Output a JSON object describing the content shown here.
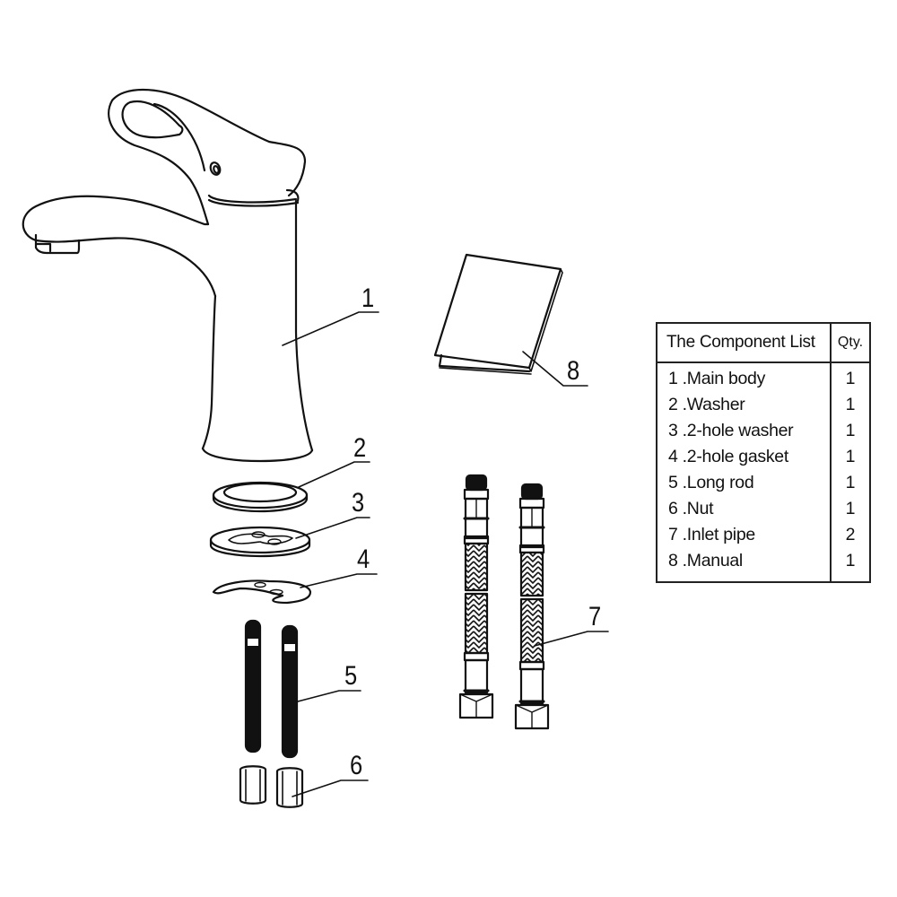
{
  "diagram": {
    "type": "exploded-parts-diagram",
    "subject": "single-handle basin faucet",
    "stroke_color": "#111111",
    "background_color": "#ffffff"
  },
  "callouts": [
    {
      "number": "1",
      "part": "Main body"
    },
    {
      "number": "2",
      "part": "Washer"
    },
    {
      "number": "3",
      "part": "2-hole washer"
    },
    {
      "number": "4",
      "part": "2-hole gasket"
    },
    {
      "number": "5",
      "part": "Long rod"
    },
    {
      "number": "6",
      "part": "Nut"
    },
    {
      "number": "7",
      "part": "Inlet pipe"
    },
    {
      "number": "8",
      "part": "Manual"
    }
  ],
  "component_table": {
    "header": {
      "name": "The Component List",
      "qty": "Qty."
    },
    "rows": [
      {
        "name": "1 .Main body",
        "qty": "1"
      },
      {
        "name": "2 .Washer",
        "qty": "1"
      },
      {
        "name": "3 .2-hole washer",
        "qty": "1"
      },
      {
        "name": "4 .2-hole gasket",
        "qty": "1"
      },
      {
        "name": "5 .Long rod",
        "qty": "1"
      },
      {
        "name": "6 .Nut",
        "qty": "1"
      },
      {
        "name": "7 .Inlet pipe",
        "qty": "2"
      },
      {
        "name": "8 .Manual",
        "qty": "1"
      }
    ]
  }
}
